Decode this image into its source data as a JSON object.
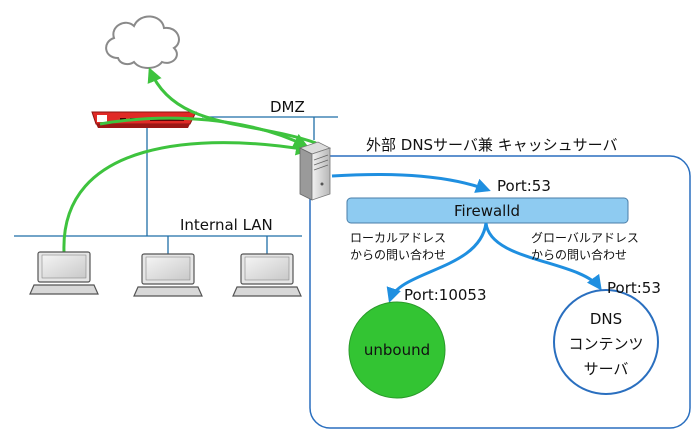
{
  "labels": {
    "dmz": "DMZ",
    "internal_lan": "Internal LAN",
    "server_title": "外部 DNSサーバ兼 キャッシュサーバ",
    "port_fw": "Port:53",
    "firewall": "Firewalld",
    "local_query_line1": "ローカルアドレス",
    "local_query_line2": "からの問い合わせ",
    "global_query_line1": "グローバルアドレス",
    "global_query_line2": "からの問い合わせ",
    "port_unbound": "Port:10053",
    "port_dns": "Port:53",
    "unbound": "unbound",
    "dns_line1": "DNS",
    "dns_line2": "コンテンツ",
    "dns_line3": "サーバ"
  },
  "colors": {
    "green_arrow": "#3ec33e",
    "blue_arrow": "#1f8fe0",
    "firewall_fill": "#8ecbf1",
    "unbound_fill": "#33c433",
    "router_red": "#d0201e",
    "container_stroke": "#2a6fbf",
    "network_line": "#1f6ea8"
  },
  "icons": {
    "cloud": "cloud-icon",
    "router": "router-icon",
    "server": "server-icon",
    "laptop": "laptop-icon"
  }
}
